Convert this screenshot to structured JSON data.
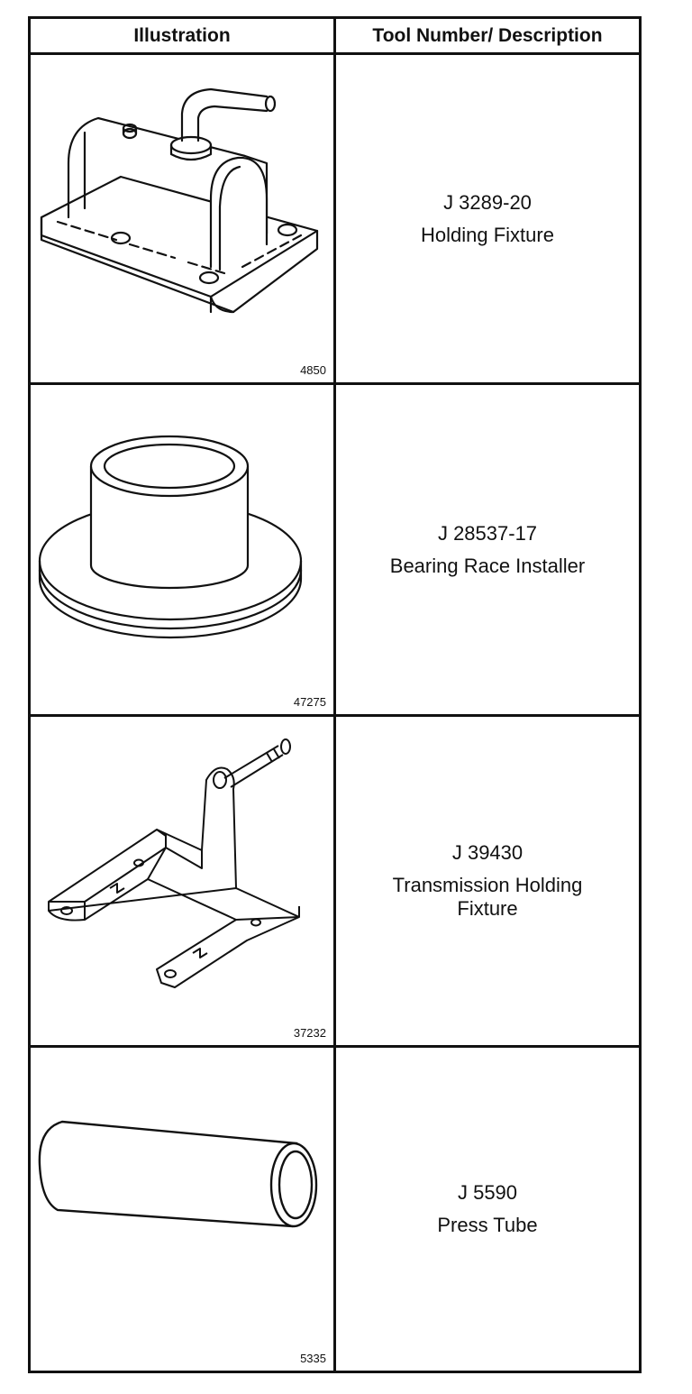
{
  "header": {
    "col1": "Illustration",
    "col2": "Tool Number/ Description"
  },
  "rows": [
    {
      "figure": "4850",
      "tool_number": "J 3289-20",
      "description": "Holding Fixture"
    },
    {
      "figure": "47275",
      "tool_number": "J 28537-17",
      "description": "Bearing Race Installer"
    },
    {
      "figure": "37232",
      "tool_number": "J 39430",
      "description": "Transmission Holding Fixture"
    },
    {
      "figure": "5335",
      "tool_number": "J 5590",
      "description": "Press Tube"
    }
  ]
}
